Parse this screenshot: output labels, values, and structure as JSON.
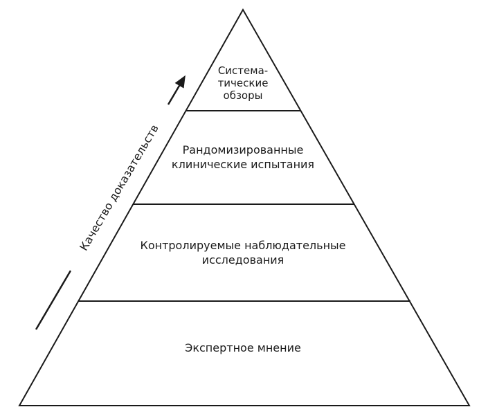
{
  "page": {
    "background_color": "#ffffff"
  },
  "pyramid": {
    "type": "pyramid-hierarchy",
    "stroke_color": "#1a1a1a",
    "text_color": "#1a1a1a",
    "levels": [
      {
        "label": "Систематические обзоры",
        "lines": [
          "Система-",
          "тические",
          "обзоры"
        ]
      },
      {
        "label": "Рандомизированные клинические испытания",
        "lines": [
          "Рандомизированные",
          "клинические испытания"
        ]
      },
      {
        "label": "Контролируемые наблюдательные исследования",
        "lines": [
          "Контролируемые наблюдательные",
          "исследования"
        ]
      },
      {
        "label": "Экспертное мнение",
        "lines": [
          "Экспертное мнение"
        ]
      }
    ],
    "axis": {
      "label": "Качество доказательств",
      "direction": "up"
    }
  }
}
